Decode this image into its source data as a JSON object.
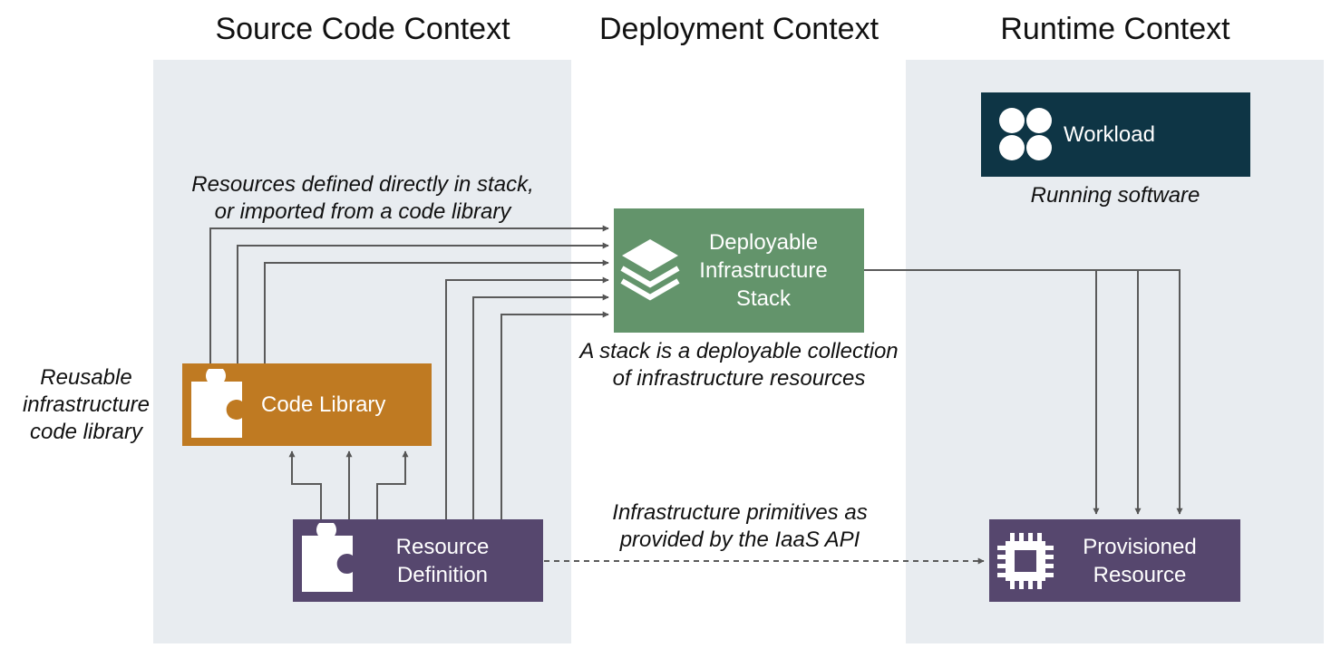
{
  "columns": {
    "source": {
      "title": "Source Code Context"
    },
    "deployment": {
      "title": "Deployment Context"
    },
    "runtime": {
      "title": "Runtime Context"
    }
  },
  "nodes": {
    "workload": {
      "label": "Workload",
      "caption": "Running software",
      "color": "#0e3545",
      "icon": "four-circles-icon"
    },
    "stack": {
      "label_lines": [
        "Deployable",
        "Infrastructure",
        "Stack"
      ],
      "caption_lines": [
        "A stack is a deployable collection",
        "of infrastructure resources"
      ],
      "color": "#63946b",
      "icon": "layers-icon"
    },
    "code_library": {
      "label": "Code Library",
      "caption_lines": [
        "Reusable",
        "infrastructure",
        "code library"
      ],
      "color": "#bf7a22",
      "icon": "puzzle-icon"
    },
    "resource_definition": {
      "label_lines": [
        "Resource",
        "Definition"
      ],
      "color": "#56476e",
      "icon": "puzzle-icon"
    },
    "provisioned_resource": {
      "label_lines": [
        "Provisioned",
        "Resource"
      ],
      "color": "#56476e",
      "icon": "chip-icon"
    }
  },
  "edges": {
    "to_stack_caption_lines": [
      "Resources defined directly in stack,",
      "or imported from a code library"
    ],
    "iaas_caption_lines": [
      "Infrastructure primitives as",
      "provided by the IaaS API"
    ]
  }
}
